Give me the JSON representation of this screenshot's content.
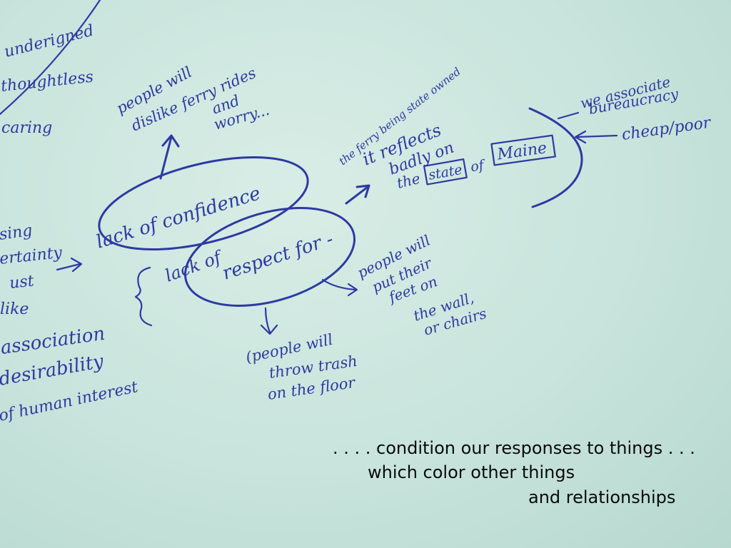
{
  "board": {
    "left_words": [
      "underigned",
      "thoughtless",
      "caring",
      "sing",
      "ertainty",
      "ust",
      "like",
      "association",
      "desirability",
      "of human interest"
    ],
    "top_note": [
      "people will",
      "dislike ferry rides",
      "and",
      "worry..."
    ],
    "oval_one": "lack of confidence",
    "oval_two": [
      "lack of",
      "respect for -"
    ],
    "state_note": {
      "line1": "the ferry being state owned",
      "line2": "it reflects",
      "line3": "badly on",
      "the": "the",
      "state": "state",
      "of": "of",
      "maine": "Maine"
    },
    "right_note": [
      "we associate",
      "bureaucracy",
      "cheap/poor"
    ],
    "feet_note": [
      "people will",
      "put their",
      "feet on",
      "the wall,",
      "or chairs"
    ],
    "trash_note": [
      "(people will",
      "throw trash",
      "on the floor"
    ]
  },
  "caption": {
    "line1": ". . . . condition our responses to things . . .",
    "line2": "which color other things",
    "line3": "and relationships"
  }
}
